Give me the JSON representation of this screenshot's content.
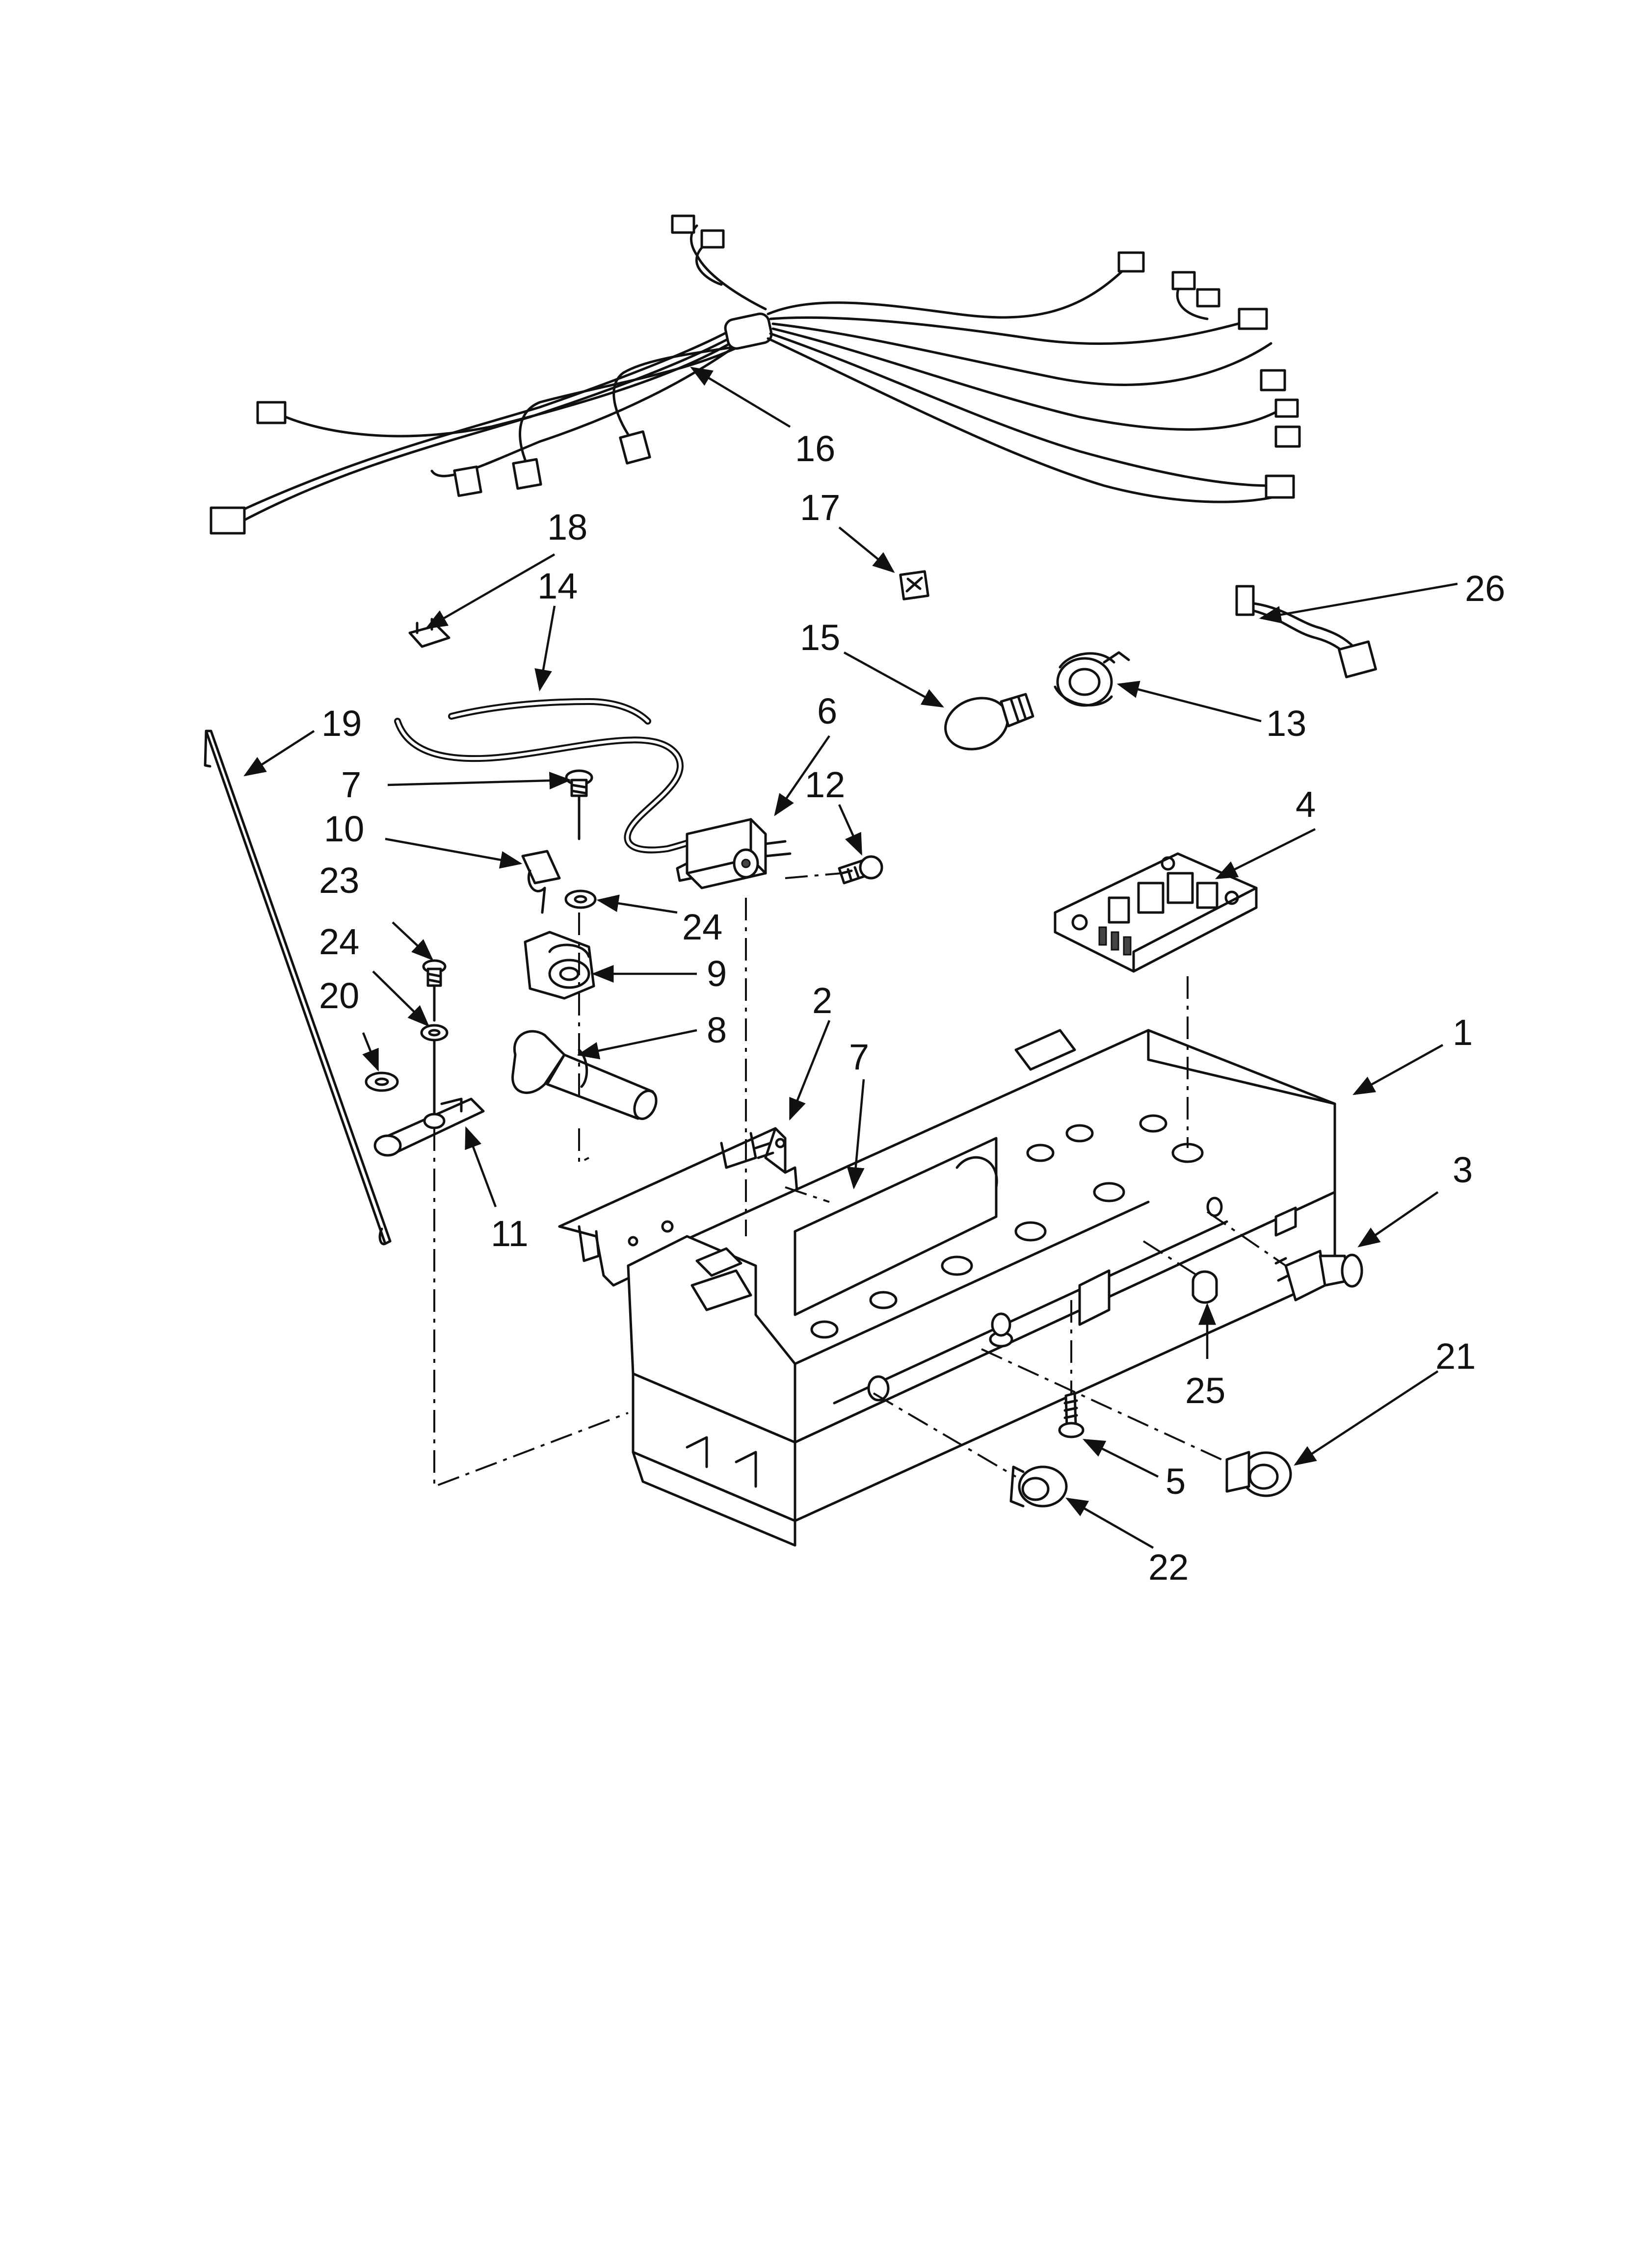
{
  "callouts": [
    {
      "id": "c1",
      "label": "1"
    },
    {
      "id": "c2",
      "label": "2"
    },
    {
      "id": "c3",
      "label": "3"
    },
    {
      "id": "c4",
      "label": "4"
    },
    {
      "id": "c5",
      "label": "5"
    },
    {
      "id": "c6",
      "label": "6"
    },
    {
      "id": "c7a",
      "label": "7"
    },
    {
      "id": "c7b",
      "label": "7"
    },
    {
      "id": "c8",
      "label": "8"
    },
    {
      "id": "c9",
      "label": "9"
    },
    {
      "id": "c10",
      "label": "10"
    },
    {
      "id": "c11",
      "label": "11"
    },
    {
      "id": "c12",
      "label": "12"
    },
    {
      "id": "c13",
      "label": "13"
    },
    {
      "id": "c14",
      "label": "14"
    },
    {
      "id": "c15",
      "label": "15"
    },
    {
      "id": "c16",
      "label": "16"
    },
    {
      "id": "c17",
      "label": "17"
    },
    {
      "id": "c18",
      "label": "18"
    },
    {
      "id": "c19",
      "label": "19"
    },
    {
      "id": "c20",
      "label": "20"
    },
    {
      "id": "c21",
      "label": "21"
    },
    {
      "id": "c22",
      "label": "22"
    },
    {
      "id": "c23",
      "label": "23"
    },
    {
      "id": "c24a",
      "label": "24"
    },
    {
      "id": "c24b",
      "label": "24"
    },
    {
      "id": "c25",
      "label": "25"
    },
    {
      "id": "c26",
      "label": "26"
    }
  ],
  "colors": {
    "line": "#111111",
    "background": "#ffffff"
  }
}
